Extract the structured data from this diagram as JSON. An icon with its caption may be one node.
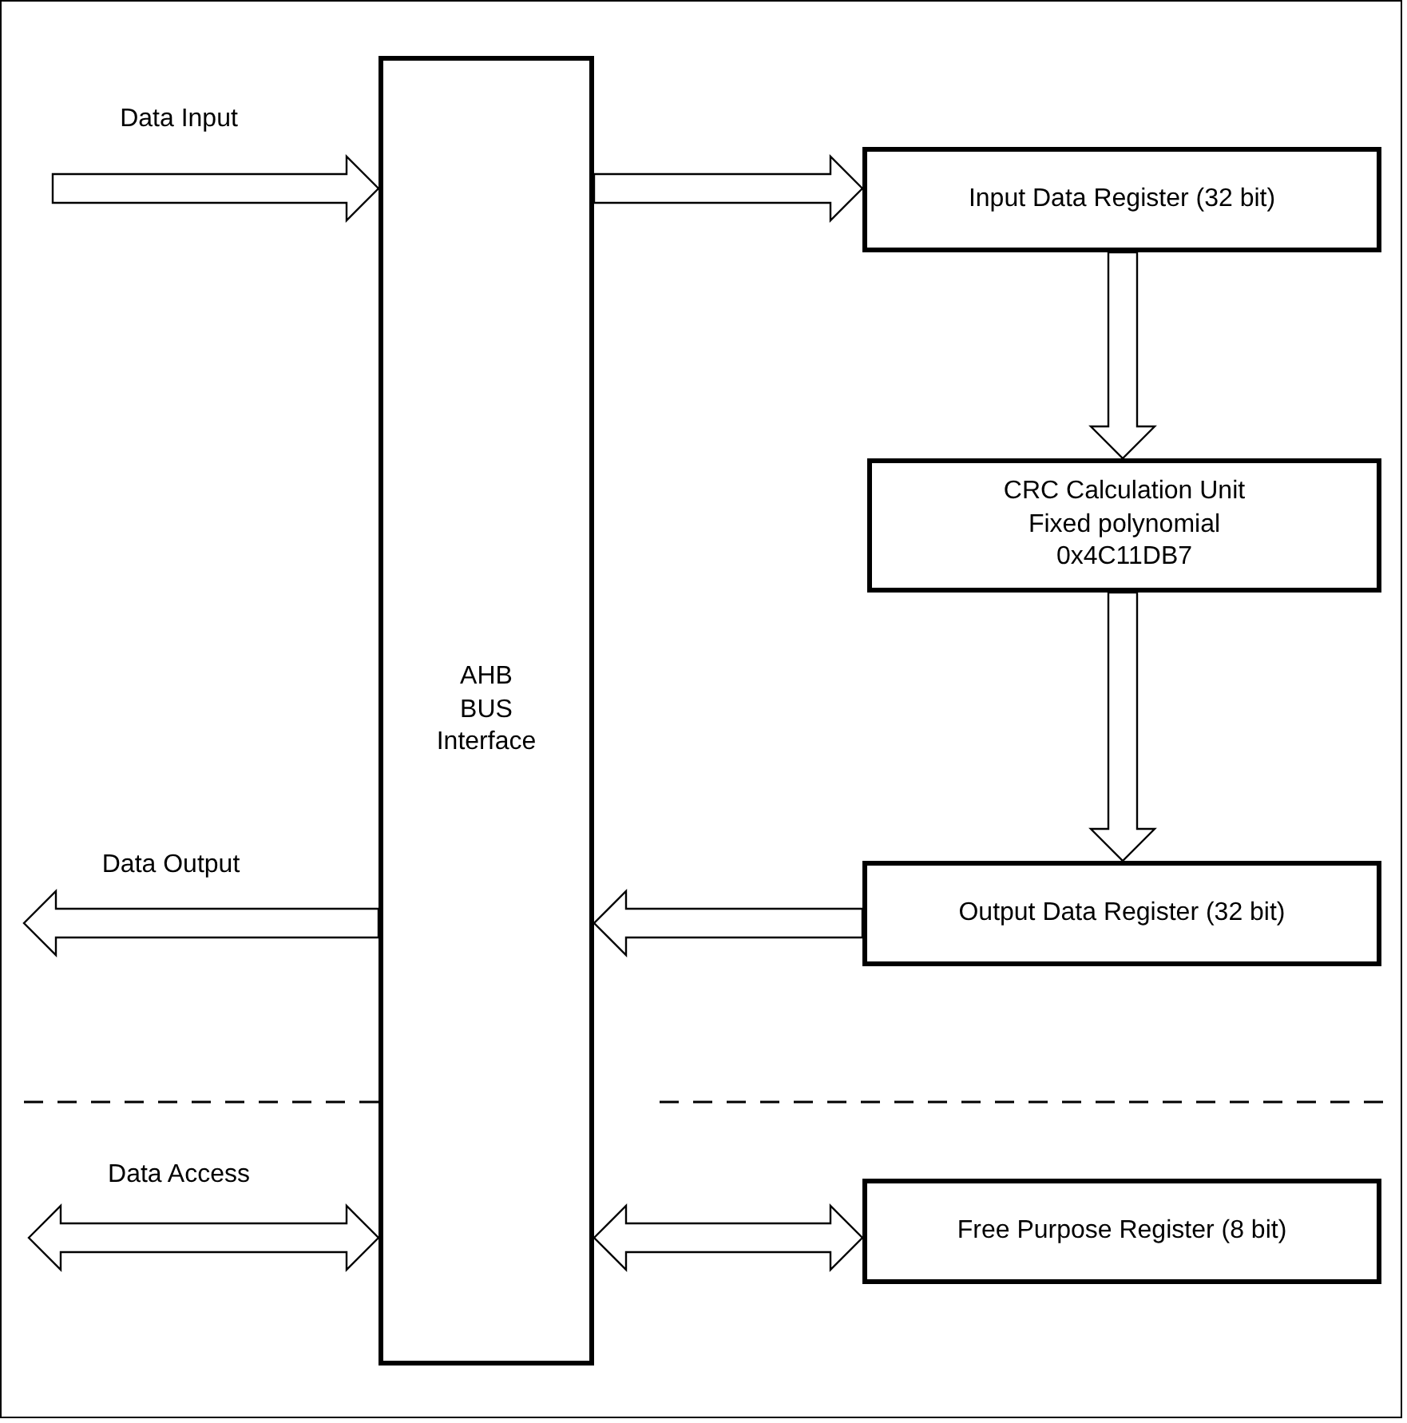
{
  "diagram": {
    "nodes": [
      {
        "text": [
          "AHB BUS Interface"
        ]
      },
      {
        "text": [
          "Input Data Register (32 bit)"
        ]
      },
      {
        "text": [
          "CRC Calculation Unit",
          "Fixed polynomial",
          "0x4C11DB7"
        ]
      },
      {
        "text": [
          "Output Data Register (32 bit)"
        ]
      },
      {
        "text": [
          "Free Purpose Register (8 bit)"
        ]
      }
    ],
    "edges": [
      {
        "from": null,
        "to": 0,
        "arrow": "to",
        "label": "Data Input"
      },
      {
        "from": 0,
        "to": 1,
        "arrow": "to"
      },
      {
        "from": 1,
        "to": 2,
        "arrow": "to"
      },
      {
        "from": 2,
        "to": 3,
        "arrow": "to"
      },
      {
        "from": 3,
        "to": 0,
        "arrow": "to"
      },
      {
        "from": 0,
        "to": null,
        "arrow": "to",
        "label": "Data Output"
      },
      {
        "from": null,
        "to": 0,
        "arrow": "both",
        "label": "Data Access"
      },
      {
        "from": 0,
        "to": 4,
        "arrow": "both"
      }
    ]
  }
}
